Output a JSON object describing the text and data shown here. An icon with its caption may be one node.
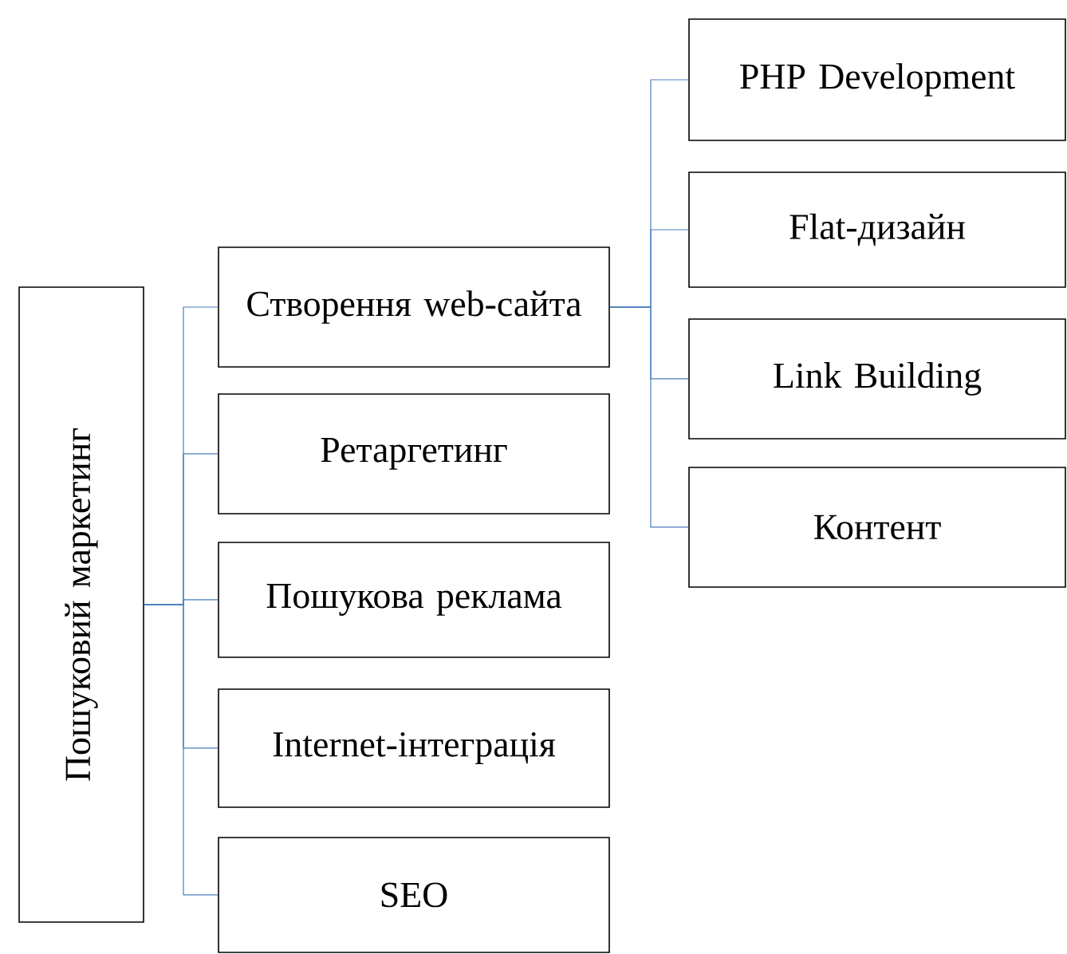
{
  "diagram": {
    "nodes": [
      {
        "text": [
          "Пошуковий маркетинг"
        ]
      },
      {
        "text": [
          "Створення web-сайта"
        ]
      },
      {
        "text": [
          "Ретаргетинг"
        ]
      },
      {
        "text": [
          "Пошукова реклама"
        ]
      },
      {
        "text": [
          "Internet-інтеграція"
        ]
      },
      {
        "text": [
          "SEO"
        ]
      },
      {
        "text": [
          "PHP Development"
        ]
      },
      {
        "text": [
          "Flat-дизайн"
        ]
      },
      {
        "text": [
          "Link Building"
        ]
      },
      {
        "text": [
          "Контент"
        ]
      }
    ],
    "edges": [
      {
        "from": 0,
        "to": 1,
        "arrow": "none"
      },
      {
        "from": 0,
        "to": 2,
        "arrow": "none"
      },
      {
        "from": 0,
        "to": 3,
        "arrow": "none"
      },
      {
        "from": 0,
        "to": 4,
        "arrow": "none"
      },
      {
        "from": 0,
        "to": 5,
        "arrow": "none"
      },
      {
        "from": 1,
        "to": 6,
        "arrow": "none"
      },
      {
        "from": 1,
        "to": 7,
        "arrow": "none"
      },
      {
        "from": 1,
        "to": 8,
        "arrow": "none"
      },
      {
        "from": 1,
        "to": 9,
        "arrow": "none"
      }
    ]
  }
}
